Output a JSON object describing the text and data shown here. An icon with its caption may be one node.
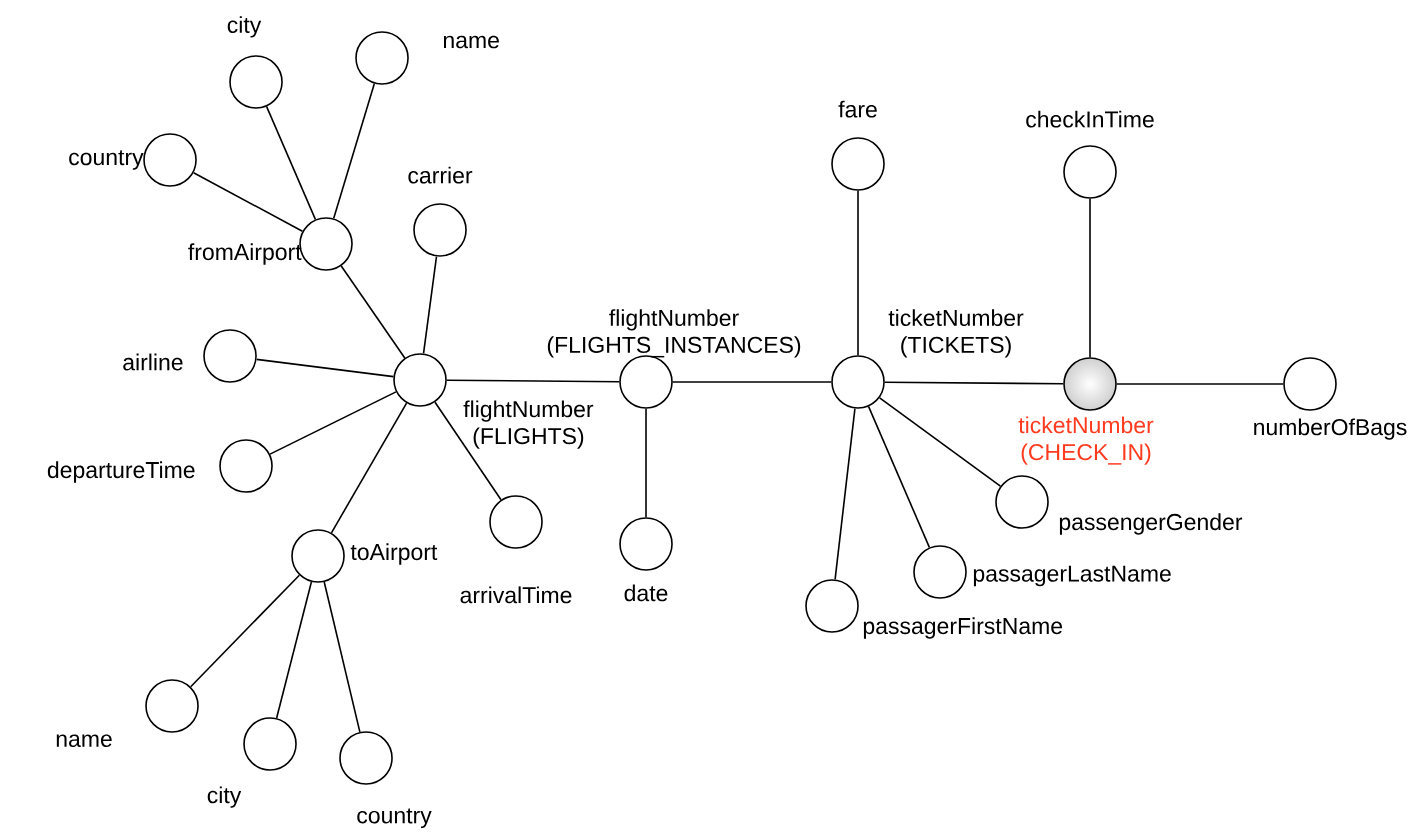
{
  "diagram": {
    "nodes": [
      {
        "text": [
          "flightNumber (FLIGHTS)"
        ]
      },
      {
        "text": [
          "fromAirport"
        ]
      },
      {
        "text": [
          "city"
        ]
      },
      {
        "text": [
          "name"
        ]
      },
      {
        "text": [
          "country"
        ]
      },
      {
        "text": [
          "carrier"
        ]
      },
      {
        "text": [
          "airline"
        ]
      },
      {
        "text": [
          "departureTime"
        ]
      },
      {
        "text": [
          "toAirport"
        ]
      },
      {
        "text": [
          "name"
        ]
      },
      {
        "text": [
          "city"
        ]
      },
      {
        "text": [
          "country"
        ]
      },
      {
        "text": [
          "arrivalTime"
        ]
      },
      {
        "text": [
          "flightNumber (FLIGHTS_INSTANCES)"
        ]
      },
      {
        "text": [
          "date"
        ]
      },
      {
        "text": [
          "ticketNumber (TICKETS)"
        ]
      },
      {
        "text": [
          "fare"
        ]
      },
      {
        "text": [
          "ticketNumber (CHECK_IN)"
        ]
      },
      {
        "text": [
          "checkInTime"
        ]
      },
      {
        "text": [
          "numberOfBags"
        ]
      },
      {
        "text": [
          "passengerGender"
        ]
      },
      {
        "text": [
          "passagerLastName"
        ]
      },
      {
        "text": [
          "passagerFirstName"
        ]
      }
    ],
    "edges": [
      {
        "from": 0,
        "to": 1,
        "arrow": "none"
      },
      {
        "from": 1,
        "to": 2,
        "arrow": "none"
      },
      {
        "from": 1,
        "to": 3,
        "arrow": "none"
      },
      {
        "from": 1,
        "to": 4,
        "arrow": "none"
      },
      {
        "from": 0,
        "to": 5,
        "arrow": "none"
      },
      {
        "from": 0,
        "to": 6,
        "arrow": "none"
      },
      {
        "from": 0,
        "to": 7,
        "arrow": "none"
      },
      {
        "from": 0,
        "to": 8,
        "arrow": "none"
      },
      {
        "from": 8,
        "to": 9,
        "arrow": "none"
      },
      {
        "from": 8,
        "to": 10,
        "arrow": "none"
      },
      {
        "from": 8,
        "to": 11,
        "arrow": "none"
      },
      {
        "from": 0,
        "to": 12,
        "arrow": "none"
      },
      {
        "from": 0,
        "to": 13,
        "arrow": "none"
      },
      {
        "from": 13,
        "to": 14,
        "arrow": "none"
      },
      {
        "from": 13,
        "to": 15,
        "arrow": "none"
      },
      {
        "from": 15,
        "to": 16,
        "arrow": "none"
      },
      {
        "from": 15,
        "to": 17,
        "arrow": "none"
      },
      {
        "from": 17,
        "to": 18,
        "arrow": "none"
      },
      {
        "from": 17,
        "to": 19,
        "arrow": "none"
      },
      {
        "from": 15,
        "to": 20,
        "arrow": "none"
      },
      {
        "from": 15,
        "to": 21,
        "arrow": "none"
      },
      {
        "from": 15,
        "to": 22,
        "arrow": "none"
      }
    ]
  }
}
